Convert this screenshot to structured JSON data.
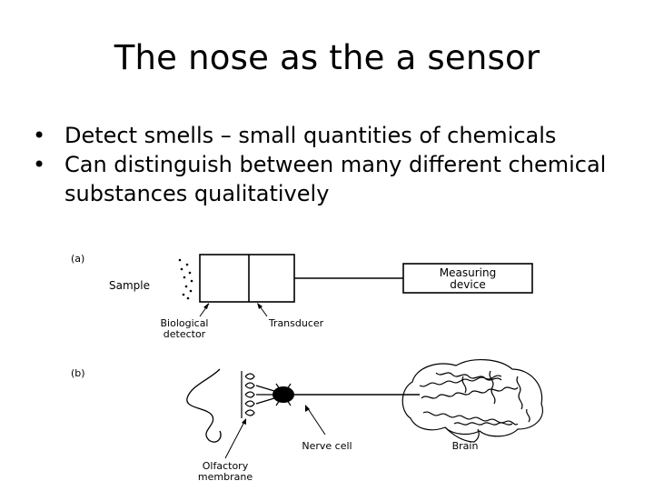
{
  "slide": {
    "title": "The nose as the a sensor",
    "bullets": [
      "Detect smells – small quantities of chemicals",
      "Can distinguish between many different chemical substances qualitatively"
    ],
    "bullet_symbol": "•"
  },
  "figure": {
    "panel_a": {
      "tag": "(a)",
      "sample": "Sample",
      "biological_detector_line1": "Biological",
      "biological_detector_line2": "detector",
      "transducer": "Transducer",
      "measuring_line1": "Measuring",
      "measuring_line2": "device"
    },
    "panel_b": {
      "tag": "(b)",
      "nerve_cell": "Nerve cell",
      "brain": "Brain",
      "olfactory_line1": "Olfactory",
      "olfactory_line2": "membrane"
    }
  }
}
